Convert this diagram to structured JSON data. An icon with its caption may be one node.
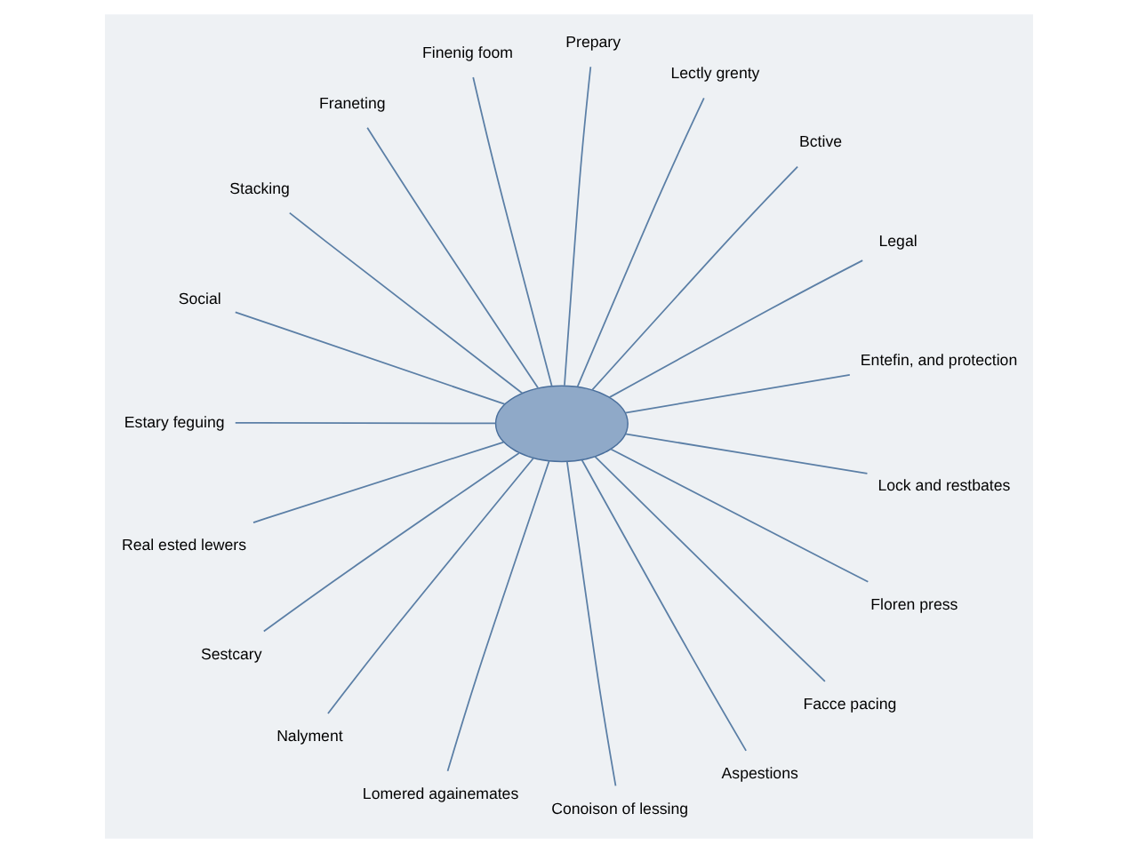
{
  "diagram": {
    "nodes": [
      {
        "text": [],
        "shape": "cloud"
      },
      {
        "text": [
          "Entefin, and protection"
        ]
      },
      {
        "text": [
          "Legal"
        ]
      },
      {
        "text": [
          "Bctive"
        ]
      },
      {
        "text": [
          "Lectly grenty"
        ]
      },
      {
        "text": [
          "Prepary"
        ]
      },
      {
        "text": [
          "Finenig foom"
        ]
      },
      {
        "text": [
          "Franeting"
        ]
      },
      {
        "text": [
          "Stacking"
        ]
      },
      {
        "text": [
          "Social"
        ]
      },
      {
        "text": [
          "Estary feguing"
        ]
      },
      {
        "text": [
          "Real ested lewers"
        ]
      },
      {
        "text": [
          "Sestcary"
        ]
      },
      {
        "text": [
          "Nalyment"
        ]
      },
      {
        "text": [
          "Lomered againemates"
        ]
      },
      {
        "text": [
          "Conoison of lessing"
        ]
      },
      {
        "text": [
          "Aspestions"
        ]
      },
      {
        "text": [
          "Facce pacing"
        ]
      },
      {
        "text": [
          "Floren press"
        ]
      },
      {
        "text": [
          "Lock and restbates"
        ]
      }
    ],
    "edges": [
      {
        "from": 0,
        "to": 1,
        "arrow": "none"
      },
      {
        "from": 0,
        "to": 2,
        "arrow": "none"
      },
      {
        "from": 0,
        "to": 3,
        "arrow": "none"
      },
      {
        "from": 0,
        "to": 4,
        "arrow": "none"
      },
      {
        "from": 0,
        "to": 5,
        "arrow": "none"
      },
      {
        "from": 0,
        "to": 6,
        "arrow": "none"
      },
      {
        "from": 0,
        "to": 7,
        "arrow": "none"
      },
      {
        "from": 0,
        "to": 8,
        "arrow": "none"
      },
      {
        "from": 0,
        "to": 9,
        "arrow": "none"
      },
      {
        "from": 0,
        "to": 10,
        "arrow": "none"
      },
      {
        "from": 0,
        "to": 11,
        "arrow": "none"
      },
      {
        "from": 0,
        "to": 12,
        "arrow": "none"
      },
      {
        "from": 0,
        "to": 13,
        "arrow": "none"
      },
      {
        "from": 0,
        "to": 14,
        "arrow": "none"
      },
      {
        "from": 0,
        "to": 15,
        "arrow": "none"
      },
      {
        "from": 0,
        "to": 16,
        "arrow": "none"
      },
      {
        "from": 0,
        "to": 17,
        "arrow": "none"
      },
      {
        "from": 0,
        "to": 18,
        "arrow": "none"
      },
      {
        "from": 0,
        "to": 19,
        "arrow": "none"
      }
    ]
  }
}
